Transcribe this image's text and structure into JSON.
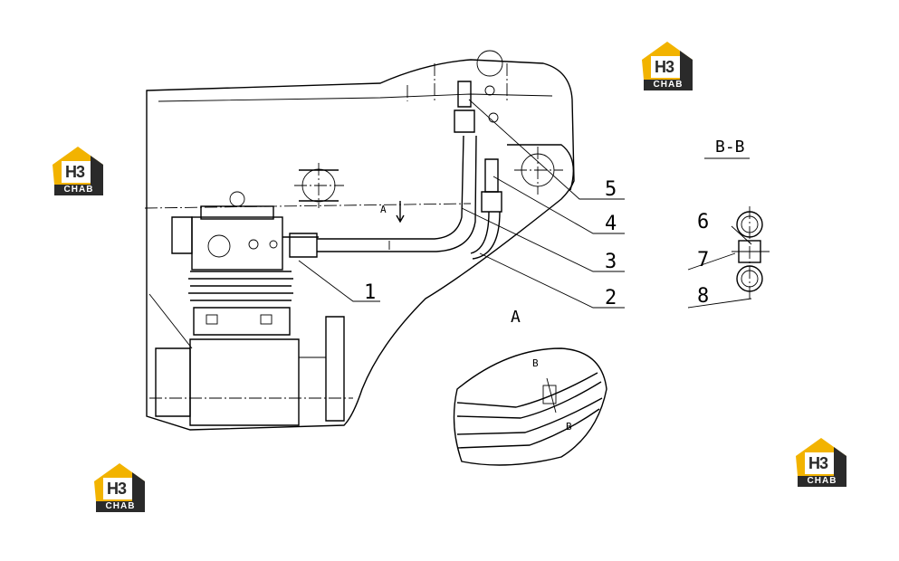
{
  "callouts": [
    "1",
    "2",
    "3",
    "4",
    "5",
    "6",
    "7",
    "8"
  ],
  "section_label": "B-B",
  "view_label": "A",
  "arrow_label": "A",
  "detail_marks": [
    "B",
    "B"
  ],
  "logo": {
    "glyph": "H3",
    "text": "CHAB",
    "color_accent": "#f2b300",
    "color_dark": "#2a2a2a"
  }
}
